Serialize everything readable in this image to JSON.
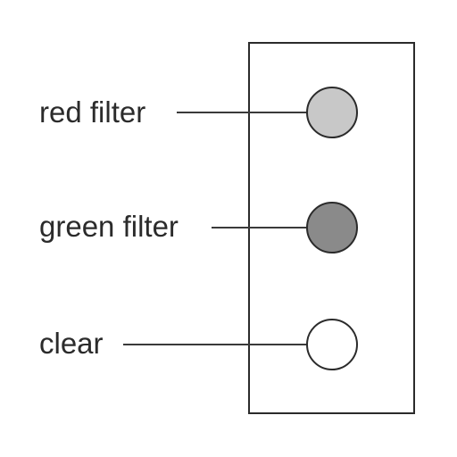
{
  "filters": [
    {
      "label": "red filter",
      "fill": "#c8c8c8"
    },
    {
      "label": "green filter",
      "fill": "#8a8a8a"
    },
    {
      "label": "clear",
      "fill": "#ffffff"
    }
  ]
}
